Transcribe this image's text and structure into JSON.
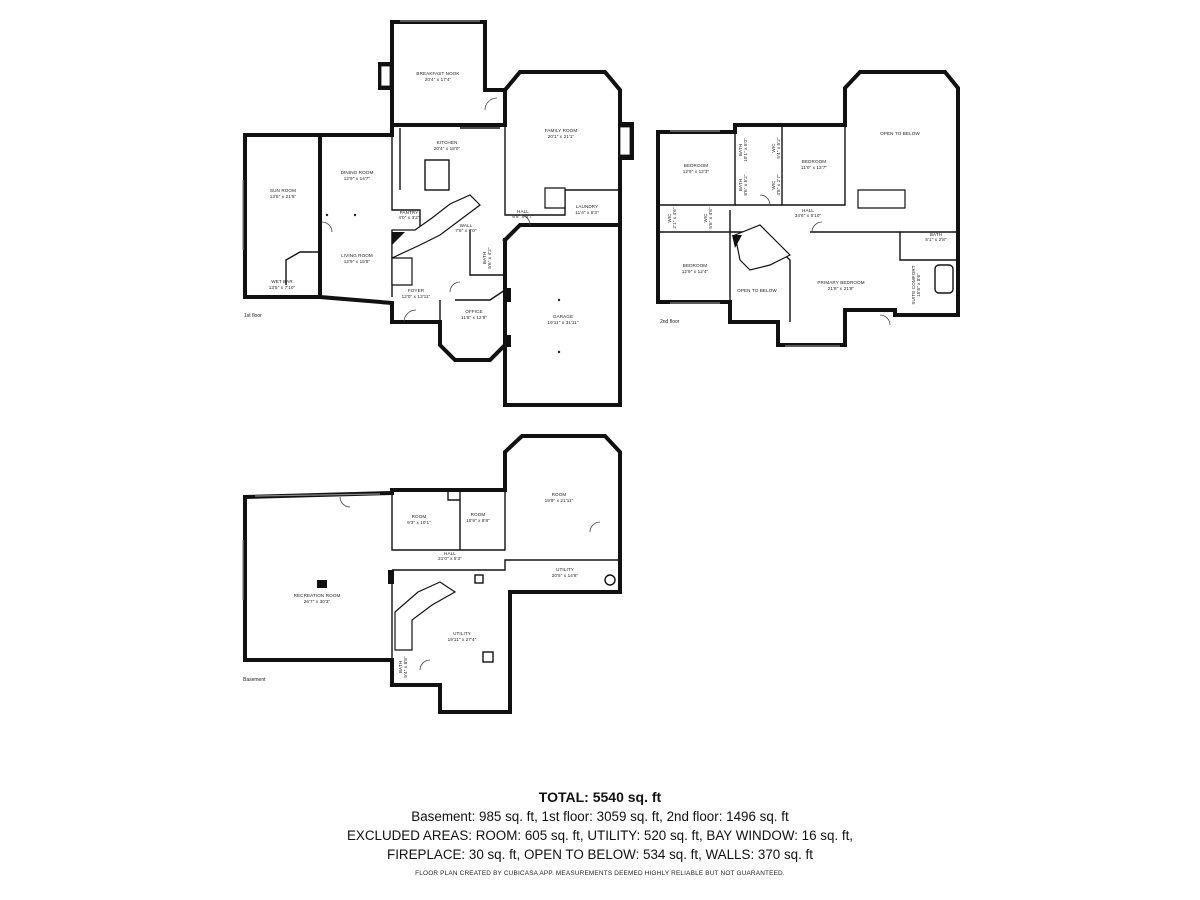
{
  "floors": [
    {
      "label": "1st floor",
      "rooms": [
        {
          "name": "BREAKFAST NOOK",
          "dims": "20'4\" x 17'4\""
        },
        {
          "name": "KITCHEN",
          "dims": "20'4\" x 18'0\""
        },
        {
          "name": "FAMILY ROOM",
          "dims": "20'1\" x 21'1\""
        },
        {
          "name": "SUN ROOM",
          "dims": "13'5\" x 21'5\""
        },
        {
          "name": "DINING ROOM",
          "dims": "12'9\" x 14'7\""
        },
        {
          "name": "PANTRY",
          "dims": "4'0\" x 3'2\""
        },
        {
          "name": "WALL",
          "dims": "7'8\" x 7'0\""
        },
        {
          "name": "HALL",
          "dims": "6'8\" x 6'7\""
        },
        {
          "name": "LAUNDRY",
          "dims": "11'4\" x 6'3\""
        },
        {
          "name": "LIVING ROOM",
          "dims": "12'9\" x 15'8\""
        },
        {
          "name": "WET BAR",
          "dims": "13'5\" x 7'10\""
        },
        {
          "name": "FOYER",
          "dims": "12'0\" x 13'11\""
        },
        {
          "name": "BATH",
          "dims": "5'6\" x 4'2\""
        },
        {
          "name": "OFFICE",
          "dims": "11'5\" x 12'9\""
        },
        {
          "name": "GARAGE",
          "dims": "19'11\" x 31'11\""
        }
      ]
    },
    {
      "label": "2nd floor",
      "rooms": [
        {
          "name": "BEDROOM",
          "dims": "12'9\" x 12'3\""
        },
        {
          "name": "BEDROOM",
          "dims": "11'0\" x 13'7\""
        },
        {
          "name": "OPEN TO BELOW",
          "dims": ""
        },
        {
          "name": "BATH",
          "dims": "10'1\" x 5'0\""
        },
        {
          "name": "WIC",
          "dims": "5'4\" x 5'2\""
        },
        {
          "name": "BATH",
          "dims": "8'6\" x 5'2\""
        },
        {
          "name": "WIC",
          "dims": "4'8\" x 2'7\""
        },
        {
          "name": "WIC",
          "dims": "2'1\" x 4'6\""
        },
        {
          "name": "WIC",
          "dims": "5'6\" x 4'8\""
        },
        {
          "name": "HALL",
          "dims": "34'6\" x 6'10\""
        },
        {
          "name": "BEDROOM",
          "dims": "12'9\" x 12'4\""
        },
        {
          "name": "OPEN TO BELOW",
          "dims": ""
        },
        {
          "name": "PRIMARY BEDROOM",
          "dims": "21'8\" x 21'8\""
        },
        {
          "name": "BATH",
          "dims": "5'1\" x 2'8\""
        },
        {
          "name": "SUITE COMFORT",
          "dims": "15'8\" x 8'6\""
        }
      ]
    },
    {
      "label": "Basement",
      "rooms": [
        {
          "name": "ROOM",
          "dims": "9'3\" x 10'1\""
        },
        {
          "name": "ROOM",
          "dims": "10'9\" x 8'8\""
        },
        {
          "name": "ROOM",
          "dims": "19'9\" x 21'11\""
        },
        {
          "name": "HALL",
          "dims": "21'0\" x 5'3\""
        },
        {
          "name": "UTILITY",
          "dims": "20'5\" x 14'8\""
        },
        {
          "name": "RECREATION ROOM",
          "dims": "26'7\" x 30'3\""
        },
        {
          "name": "UTILITY",
          "dims": "19'11\" x 27'4\""
        },
        {
          "name": "BATH",
          "dims": "5'4\" x 8'8\""
        }
      ]
    }
  ],
  "summary": {
    "total": "TOTAL: 5540 sq. ft",
    "line1": "Basement: 985 sq. ft, 1st floor: 3059 sq. ft, 2nd floor: 1496 sq. ft",
    "line2": "EXCLUDED AREAS: ROOM: 605 sq. ft, UTILITY: 520 sq. ft, BAY WINDOW: 16 sq. ft,",
    "line3": "FIREPLACE: 30 sq. ft, OPEN TO BELOW: 534 sq. ft, WALLS: 370 sq. ft"
  },
  "footer": "FLOOR PLAN CREATED BY CUBICASA APP. MEASUREMENTS DEEMED HIGHLY RELIABLE BUT NOT GUARANTEED."
}
